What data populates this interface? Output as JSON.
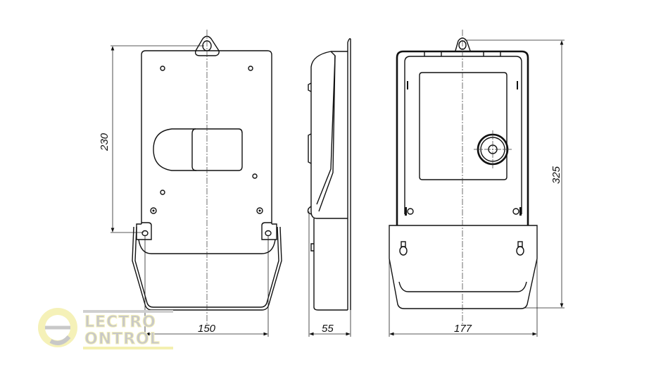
{
  "dimensions": {
    "mount_height": "230",
    "back_width": "150",
    "depth": "55",
    "front_width": "177",
    "total_height": "325"
  },
  "logo": {
    "line1": "LECTRO",
    "line2": "ONTROL",
    "letter": "e"
  },
  "colors": {
    "line": "#111111",
    "logo_gray": "#c8c8c8",
    "logo_yellow": "#f4f0b0"
  }
}
